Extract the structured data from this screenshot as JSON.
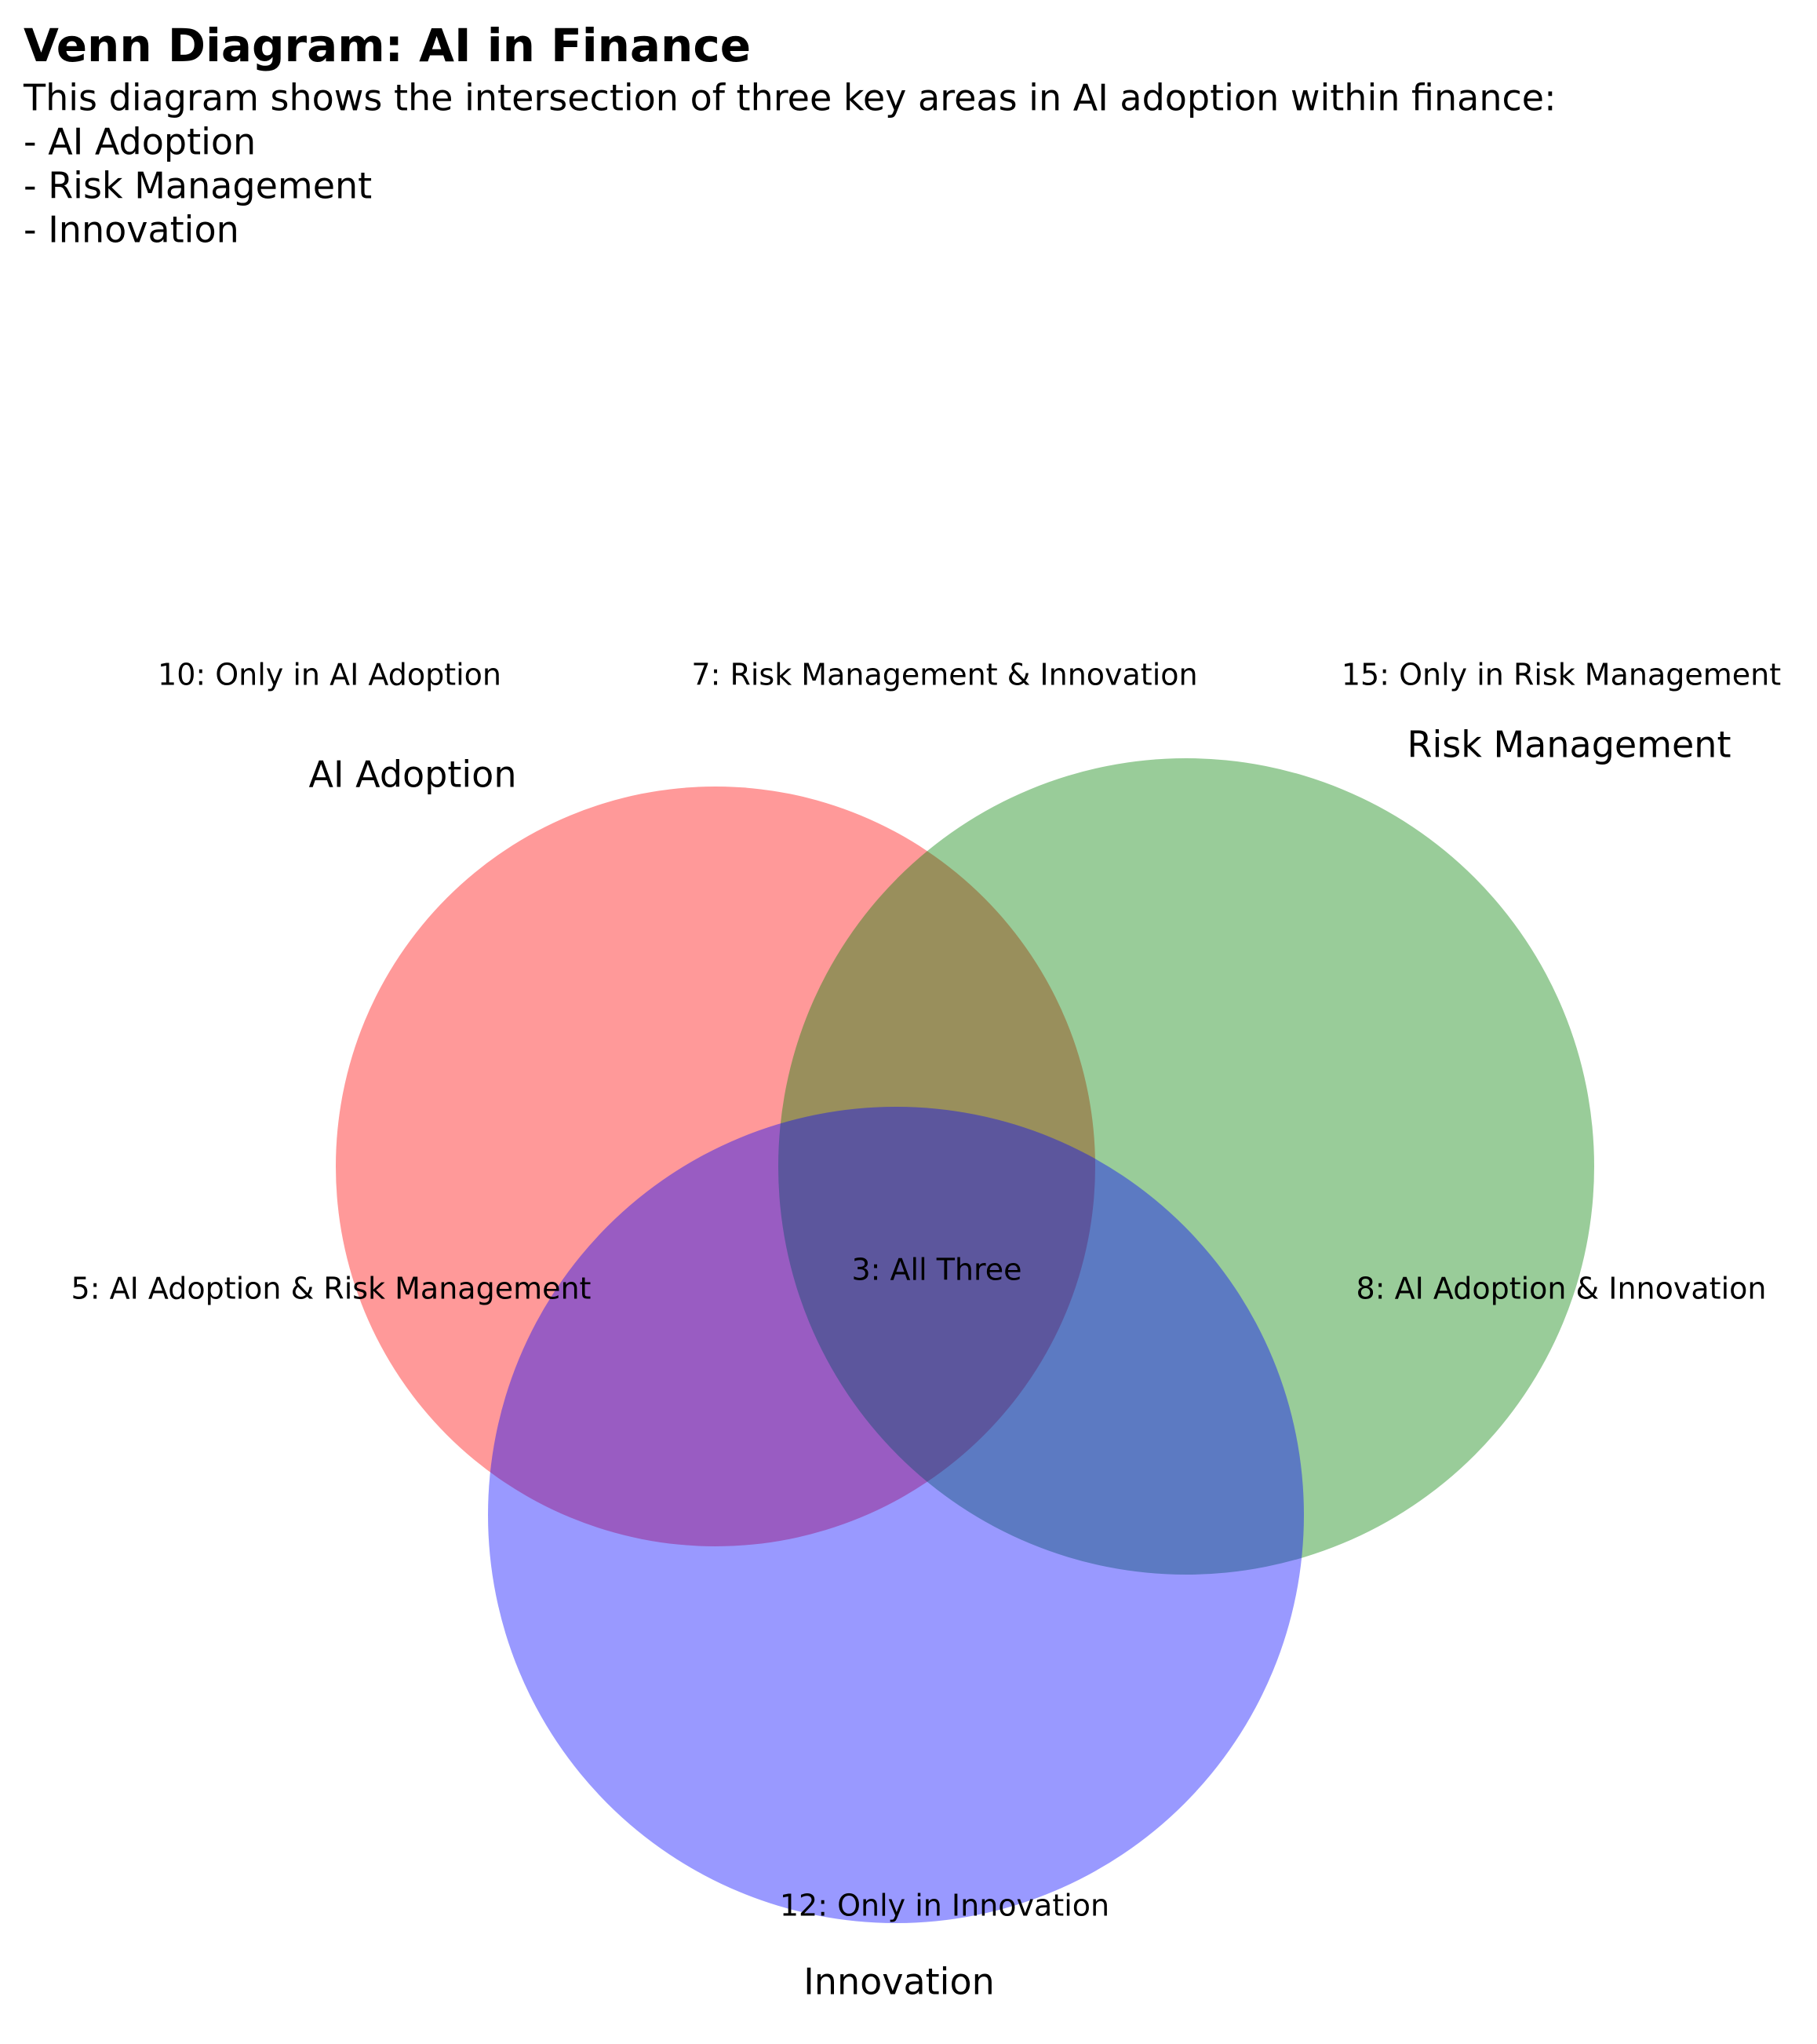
{
  "title": "Venn Diagram: AI in Finance",
  "description": {
    "intro": "This diagram shows the intersection of three key areas in AI adoption within finance:",
    "items": [
      "- AI Adoption",
      "- Risk Management",
      "- Innovation"
    ]
  },
  "sets": [
    {
      "name": "AI Adoption",
      "color": "#ff0000"
    },
    {
      "name": "Risk Management",
      "color": "#008000"
    },
    {
      "name": "Innovation",
      "color": "#0000ff"
    }
  ],
  "regions": {
    "only_ai_adoption": "10: Only in AI Adoption",
    "risk_and_innovation": "7: Risk Management & Innovation",
    "only_risk_management": "15: Only in Risk Management",
    "ai_and_risk": "5: AI Adoption & Risk Management",
    "all_three": "3: All Three",
    "ai_and_innovation": "8: AI Adoption & Innovation",
    "only_innovation": "12: Only in Innovation"
  }
}
